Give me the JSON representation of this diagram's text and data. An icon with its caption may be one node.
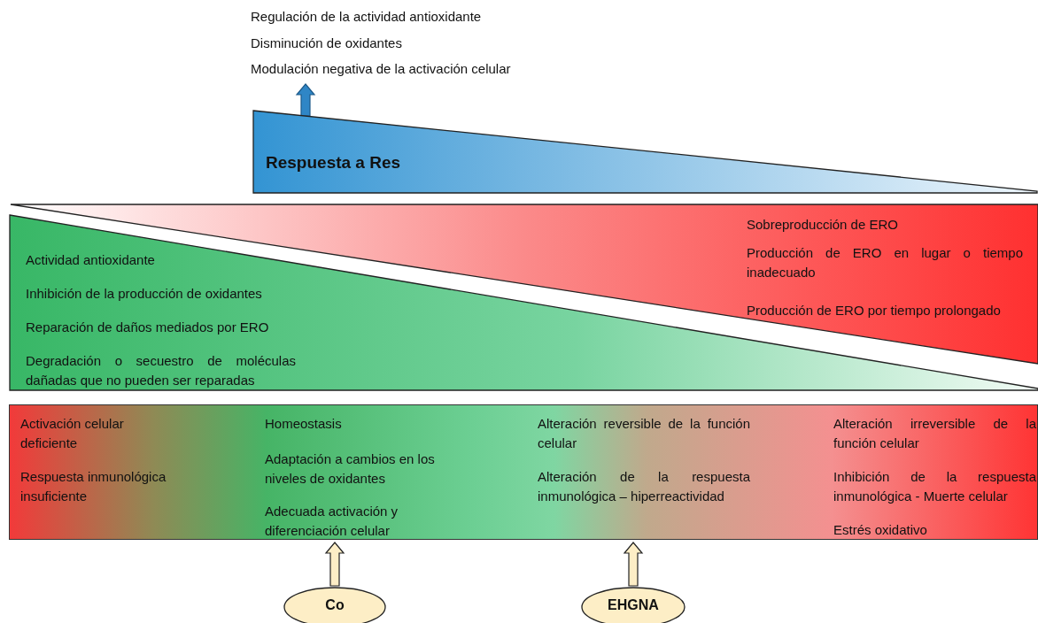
{
  "diagram": {
    "nodes": [
      {
        "text": [
          "Regulación de la actividad antioxidante",
          "Disminución de oxidantes",
          "Modulación negativa de la activación celular"
        ]
      },
      {
        "text": [
          "Respuesta a Res"
        ]
      },
      {
        "text": [
          "Sobreproducción de ERO",
          "Producción de ERO en lugar o tiempo inadecuado",
          "Producción de ERO por tiempo prolongado"
        ]
      },
      {
        "text": [
          "Actividad antioxidante",
          "Inhibición de la producción de oxidantes",
          "Reparación de daños mediados por ERO",
          "Degradación o secuestro de moléculas dañadas que no pueden ser reparadas"
        ]
      },
      {
        "text": [
          "Activación celular deficiente",
          "Respuesta inmunológica insuficiente",
          "Homeostasis",
          "Adaptación a cambios en los niveles de oxidantes",
          "Adecuada activación y diferenciación celular",
          "Alteración reversible de la función celular",
          "Alteración de la respuesta inmunológica – hiperreactividad",
          "Alteración irreversible de la función celular",
          "Inhibición de la respuesta inmunológica - Muerte celular",
          "Estrés oxidativo"
        ]
      },
      {
        "text": [
          "Co"
        ]
      },
      {
        "text": [
          "EHGNA"
        ]
      }
    ],
    "edges": [
      {
        "from": 1,
        "to": 0,
        "arrow": "to",
        "color": "#2f86c6"
      },
      {
        "from": 5,
        "to": 4,
        "arrow": "to"
      },
      {
        "from": 6,
        "to": 4,
        "arrow": "to"
      }
    ]
  }
}
